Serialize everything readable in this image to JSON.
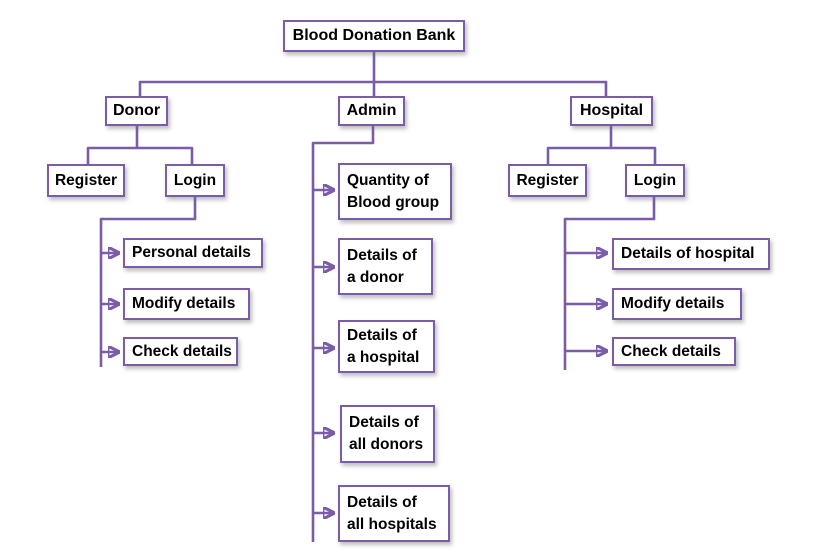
{
  "diagram": {
    "title": "Blood Donation Bank",
    "colors": {
      "line": "#7a5ca8",
      "box_border": "#7a5ca8",
      "box_background": "#ffffff",
      "text": "#000000",
      "page_background": "#ffffff"
    },
    "root": {
      "label": "Blood Donation Bank"
    },
    "donor": {
      "label": "Donor",
      "register": "Register",
      "login": "Login",
      "login_children": [
        "Personal details",
        "Modify details",
        "Check details"
      ]
    },
    "admin": {
      "label": "Admin",
      "children": [
        "Quantity of\nBlood group",
        "Details of\na donor",
        "Details of\na hospital",
        "Details of\nall donors",
        "Details of\nall hospitals"
      ]
    },
    "hospital": {
      "label": "Hospital",
      "register": "Register",
      "login": "Login",
      "login_children": [
        "Details of hospital",
        "Modify details",
        "Check details"
      ]
    }
  }
}
